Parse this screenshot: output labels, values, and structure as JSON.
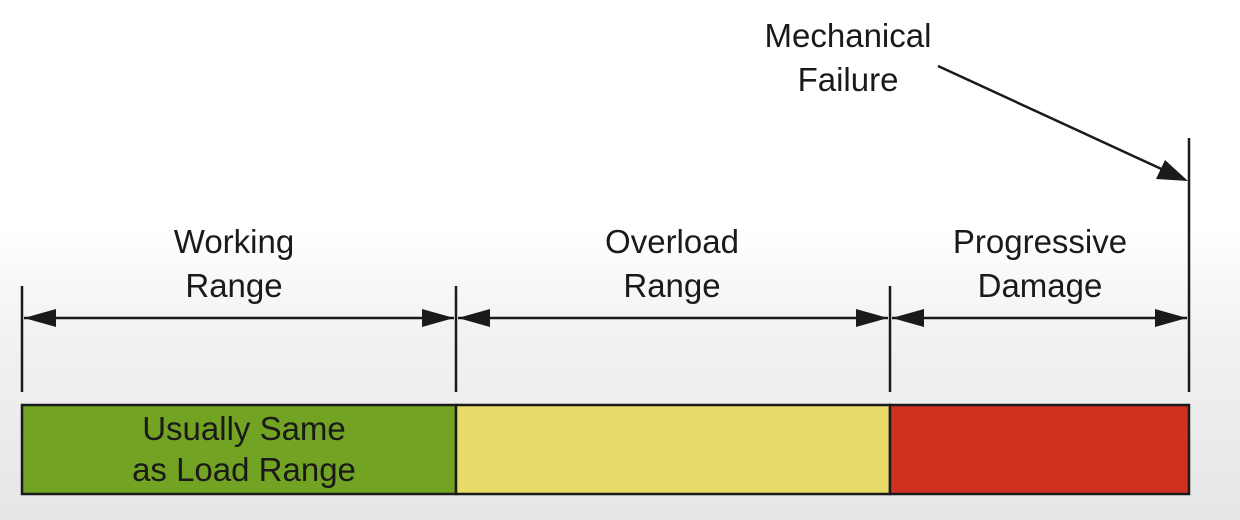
{
  "ranges": [
    {
      "line1": "Working",
      "line2": "Range"
    },
    {
      "line1": "Overload",
      "line2": "Range"
    },
    {
      "line1": "Progressive",
      "line2": "Damage"
    }
  ],
  "failure_label": {
    "line1": "Mechanical",
    "line2": "Failure"
  },
  "bar_segments": [
    {
      "line1": "Usually Same",
      "line2": "as Load Range",
      "color": "#72a322"
    },
    {
      "line1": "",
      "line2": "",
      "color": "#e8da68"
    },
    {
      "line1": "",
      "line2": "",
      "color": "#d03020"
    }
  ],
  "colors": {
    "line": "#1a1a1a",
    "text": "#1a1a1a"
  }
}
